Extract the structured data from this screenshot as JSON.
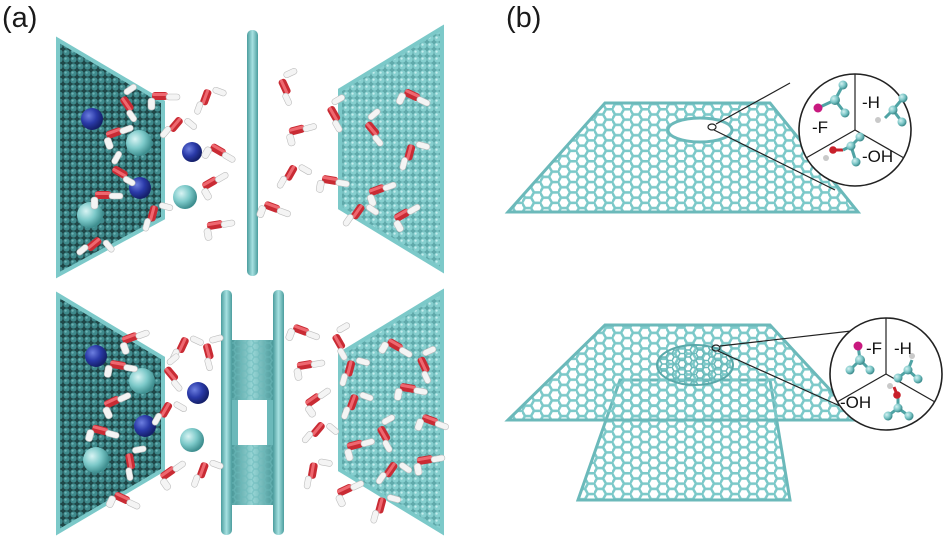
{
  "panels": {
    "a": {
      "label": "(a)"
    },
    "b": {
      "label": "(b)",
      "insets": [
        {
          "groups": [
            "-F",
            "-H",
            "-OH"
          ]
        },
        {
          "groups": [
            "-F",
            "-H",
            "-OH"
          ]
        }
      ]
    }
  },
  "colors": {
    "carbon": "#7cc9c9",
    "carbon_dark": "#2d6e70",
    "wall_shadow": "#21484a",
    "oxygen": "#d4303a",
    "hydrogen": "#f2f2f2",
    "anion": "#7fcaca",
    "cation": "#23359c",
    "fluorine": "#c8197f",
    "inset_hydrogen": "#c9c9c9",
    "inset_oxygen": "#c8202a"
  },
  "icons": {
    "water": "water-molecule-icon",
    "cation": "cation-sphere-icon",
    "anion": "anion-sphere-icon"
  }
}
